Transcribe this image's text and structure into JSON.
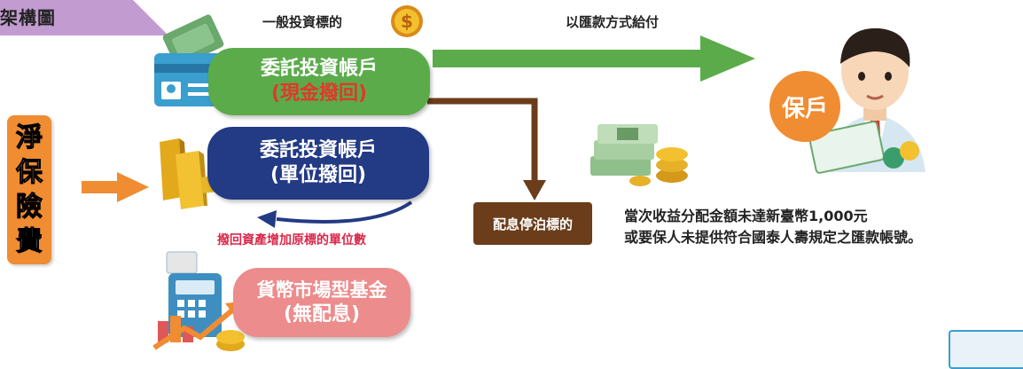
{
  "title": "架構圖",
  "labels": {
    "general_target": "一般投資標的",
    "remit_payment": "以匯款方式給付",
    "reinvest_note": "撥回資產增加原標的單位數"
  },
  "vertical_box": [
    "淨",
    "保",
    "險",
    "費"
  ],
  "accounts": {
    "cash": {
      "line1": "委託投資帳戶",
      "line2": "(現金撥回)"
    },
    "unit": {
      "line1": "委託投資帳戶",
      "line2": "(單位撥回)"
    },
    "money_market": {
      "line1": "貨幣市場型基金",
      "line2": "(無配息)"
    }
  },
  "parking_target": "配息停泊標的",
  "policyholder": "保戶",
  "notice": {
    "line1": "當次收益分配金額未達新臺幣1,000元",
    "line2": "或要保人未提供符合國泰人壽規定之匯款帳號。"
  },
  "colors": {
    "green": "#5bab4b",
    "navy": "#233a84",
    "pink": "#ec8c8c",
    "orange": "#f08c32",
    "brown": "#6b3d1b",
    "red_text": "#e0392a",
    "purple_tab": "#c29bd0"
  },
  "icons": [
    "coin-icon",
    "cash-card-icon",
    "gold-bars-icon",
    "calculator-chart-icon",
    "money-stack-icon",
    "businessman-icon"
  ]
}
